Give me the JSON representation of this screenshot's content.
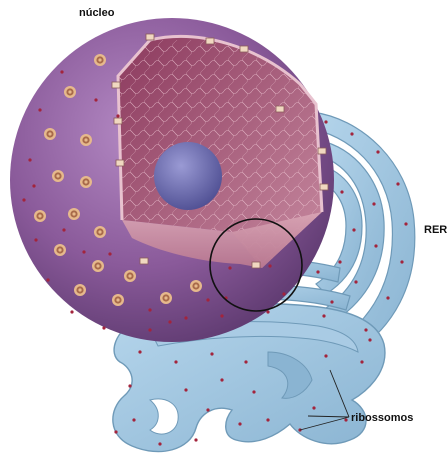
{
  "labels": {
    "nucleus": "núcleo",
    "rer": "RER",
    "ribosomes": "ribossomos"
  },
  "colors": {
    "nucleus_outer": "#8a5a9a",
    "nucleus_inner": "#b76a8a",
    "nucleolus": "#6a6ab0",
    "er_membrane": "#9cc3de",
    "er_shadow": "#6f9ab8",
    "ribosome": "#a3243c",
    "pore": "#e6b98c"
  },
  "icons": {
    "nucleus": "nucleus-cutaway",
    "er": "rough-endoplasmic-reticulum",
    "highlight": "circle-highlight"
  }
}
